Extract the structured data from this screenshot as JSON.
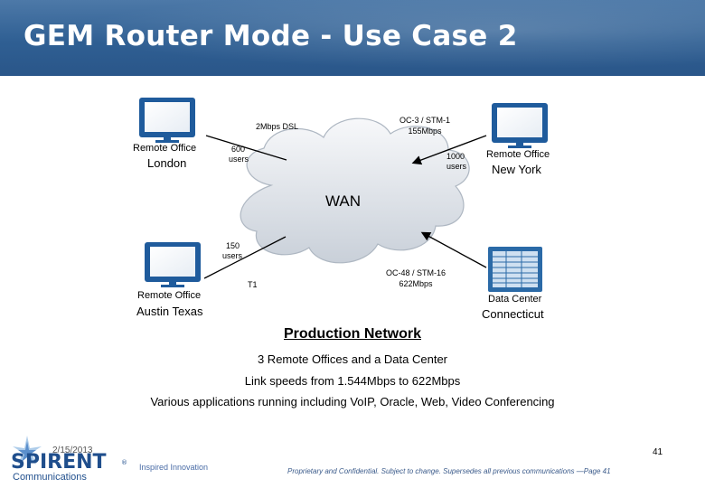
{
  "slide": {
    "title": "GEM Router Mode - Use Case 2",
    "date": "2/15/2013",
    "page_number": "41",
    "disclaimer": "Proprietary and Confidential.  Subject to change.  Supersedes all previous communications —Page 41"
  },
  "diagram": {
    "wan_label": "WAN",
    "sites": {
      "london": {
        "line1": "Remote Office",
        "line2": "London"
      },
      "new_york": {
        "line1": "Remote Office",
        "line2": "New York"
      },
      "austin": {
        "line1": "Remote Office",
        "line2": "Austin Texas"
      },
      "data_center": {
        "line1": "Data Center",
        "line2": "Connecticut"
      }
    },
    "links": {
      "london_link": "2Mbps DSL",
      "london_users_count": "600",
      "london_users_word": "users",
      "new_york_link_line1": "OC-3 / STM-1",
      "new_york_link_line2": "155Mbps",
      "new_york_users_count": "1000",
      "new_york_users_word": "users",
      "austin_users_count": "150",
      "austin_users_word": "users",
      "austin_link": "T1",
      "dc_link_line1": "OC-48 / STM-16",
      "dc_link_line2": "622Mbps"
    }
  },
  "summary": {
    "heading": "Production Network",
    "lines": [
      "3 Remote Offices and a Data Center",
      "Link speeds from 1.544Mbps to 622Mbps",
      "Various applications running including VoIP, Oracle, Web, Video Conferencing"
    ]
  },
  "logo": {
    "brand": "SPIRENT",
    "sub": "Communications",
    "tagline": "Inspired Innovation"
  },
  "colors": {
    "header": "#2f5f93",
    "monitor_frame": "#1f5b9c",
    "cloud": "#e3e8ee",
    "footer_text": "#3a5a8a"
  }
}
